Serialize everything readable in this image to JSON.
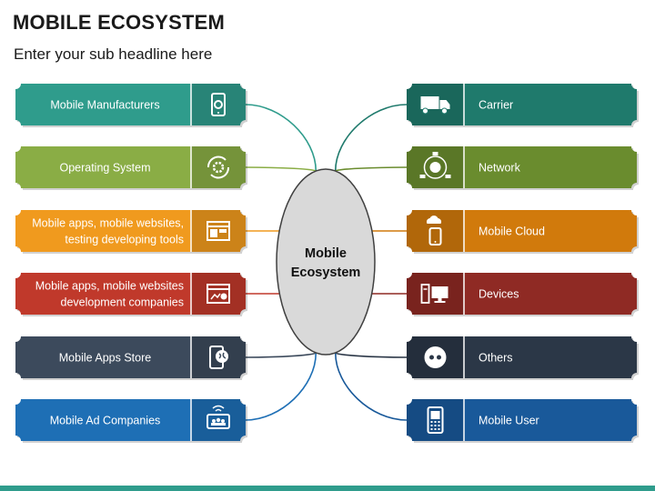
{
  "title": "MOBILE ECOSYSTEM",
  "subtitle": "Enter your sub headline here",
  "center": {
    "line1": "Mobile",
    "line2": "Ecosystem"
  },
  "colors": {
    "teal": "#2f9c8c",
    "lime": "#8aad45",
    "orange": "#f09a1e",
    "red": "#c0392b",
    "slate": "#3c4a5c",
    "blue": "#1e6fb5",
    "darkteal": "#1f7a6c",
    "olive": "#6a8c2e",
    "amber": "#d17a0c",
    "darkred": "#8f2a24",
    "navy": "#2b3747",
    "deepblue": "#19599a"
  },
  "left": [
    {
      "lines": [
        "Mobile Manufacturers"
      ],
      "color": "#2f9c8c",
      "icon": "phone-gear-icon"
    },
    {
      "lines": [
        "Operating System"
      ],
      "color": "#8aad45",
      "icon": "cog-cycle-icon"
    },
    {
      "lines": [
        "Mobile apps, mobile websites,",
        "testing developing tools"
      ],
      "color": "#f09a1e",
      "icon": "browser-window-icon"
    },
    {
      "lines": [
        "Mobile apps, mobile websites",
        "development companies"
      ],
      "color": "#c0392b",
      "icon": "dashboard-window-icon"
    },
    {
      "lines": [
        "Mobile Apps Store"
      ],
      "color": "#3c4a5c",
      "icon": "phone-globe-icon"
    },
    {
      "lines": [
        "Mobile Ad Companies"
      ],
      "color": "#1e6fb5",
      "icon": "ad-broadcast-icon"
    }
  ],
  "right": [
    {
      "lines": [
        "Carrier"
      ],
      "color": "#1f7a6c",
      "icon": "truck-icon"
    },
    {
      "lines": [
        "Network"
      ],
      "color": "#6a8c2e",
      "icon": "network-globe-icon"
    },
    {
      "lines": [
        "Mobile Cloud"
      ],
      "color": "#d17a0c",
      "icon": "cloud-phone-icon"
    },
    {
      "lines": [
        "Devices"
      ],
      "color": "#8f2a24",
      "icon": "devices-icon"
    },
    {
      "lines": [
        "Others"
      ],
      "color": "#2b3747",
      "icon": "dots-icon"
    },
    {
      "lines": [
        "Mobile User"
      ],
      "color": "#19599a",
      "icon": "mobile-phone-icon"
    }
  ]
}
